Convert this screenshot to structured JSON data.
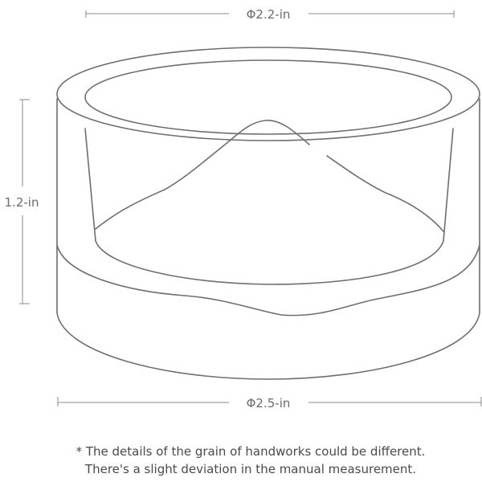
{
  "dimensions": {
    "top_diameter": "Φ2.2-in",
    "height": "1.2-in",
    "bottom_diameter": "Φ2.5-in"
  },
  "note": {
    "line1": "* The details of the grain of handworks could be different.",
    "line2": "There's a slight deviation in the manual measurement."
  },
  "colors": {
    "outline": "#6e6e6e",
    "dimension_line": "#8a8a8a",
    "text": "#6b6b6b"
  }
}
